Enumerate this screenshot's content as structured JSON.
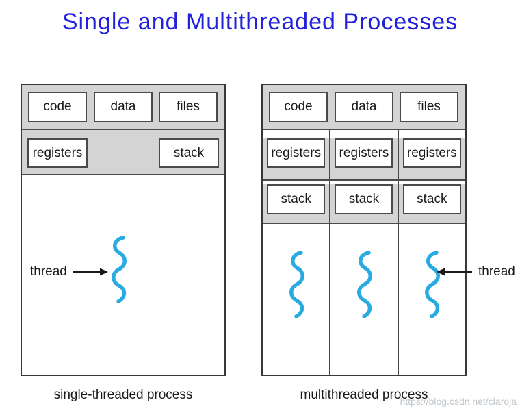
{
  "title": "Single and Multithreaded Processes",
  "single": {
    "top_boxes": [
      "code",
      "data",
      "files"
    ],
    "mid_boxes": [
      "registers",
      "stack"
    ],
    "thread_label": "thread",
    "caption": "single-threaded process"
  },
  "multi": {
    "top_boxes": [
      "code",
      "data",
      "files"
    ],
    "columns": [
      {
        "registers": "registers",
        "stack": "stack"
      },
      {
        "registers": "registers",
        "stack": "stack"
      },
      {
        "registers": "registers",
        "stack": "stack"
      }
    ],
    "thread_label": "thread",
    "caption": "multithreaded process"
  },
  "watermark": "https://blog.csdn.net/claroja",
  "colors": {
    "title": "#2222dd",
    "thread": "#29abe2",
    "band_fill": "#d4d4d4",
    "line": "#4a4a4a",
    "outer_line": "#383838",
    "watermark": "#b4bcc2"
  }
}
